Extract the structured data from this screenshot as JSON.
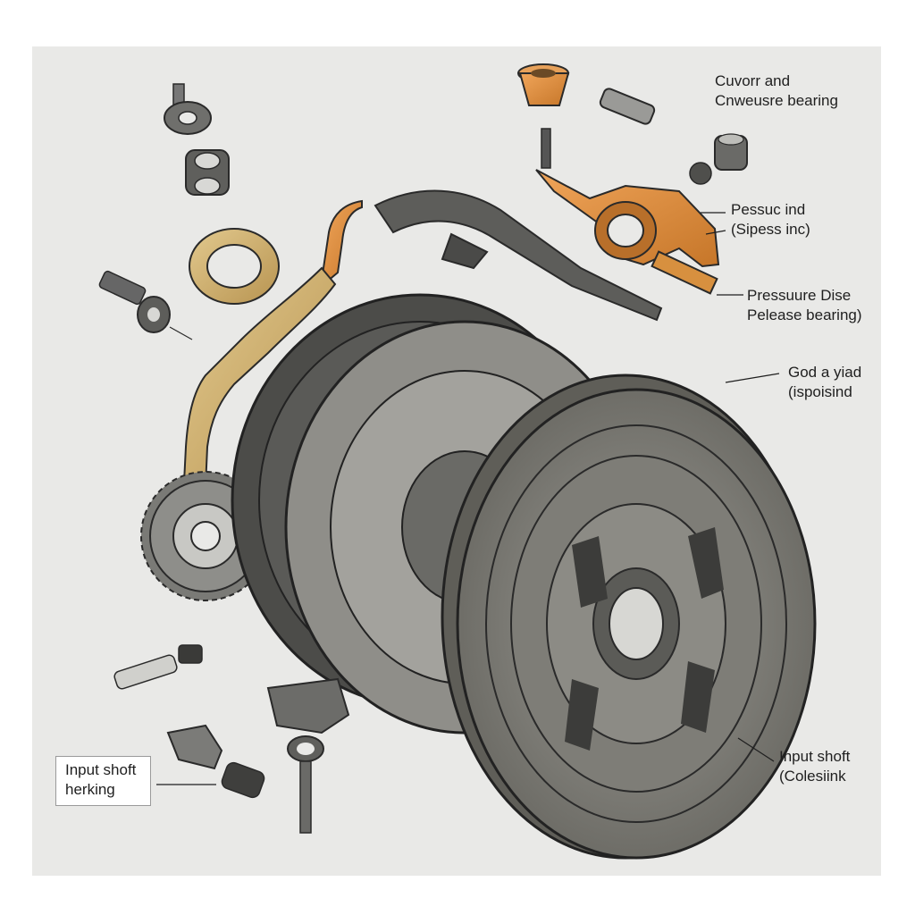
{
  "diagram": {
    "colors": {
      "paper": "#e9e9e7",
      "ink": "#2a2a2a",
      "steel": "#8a8a86",
      "friction": "#6b6a63",
      "orange": "#d98a3d",
      "tan": "#c9a96a"
    },
    "labels": {
      "cover": {
        "line1": "Cuvorr and",
        "line2": "Cnweusre bearing"
      },
      "pressure_ind": {
        "line1": "Pessuc ind",
        "line2": "(Sipess inc)"
      },
      "release": {
        "line1": "Pressuure Dise",
        "line2": "Pelease bearing)"
      },
      "god": {
        "line1": "God a yiad",
        "line2": "(ispoisind"
      },
      "input_right": {
        "line1": "Input shoft",
        "line2": "(Colesiink"
      },
      "input_left": {
        "line1": "Input shoft",
        "line2": "herking"
      }
    }
  }
}
